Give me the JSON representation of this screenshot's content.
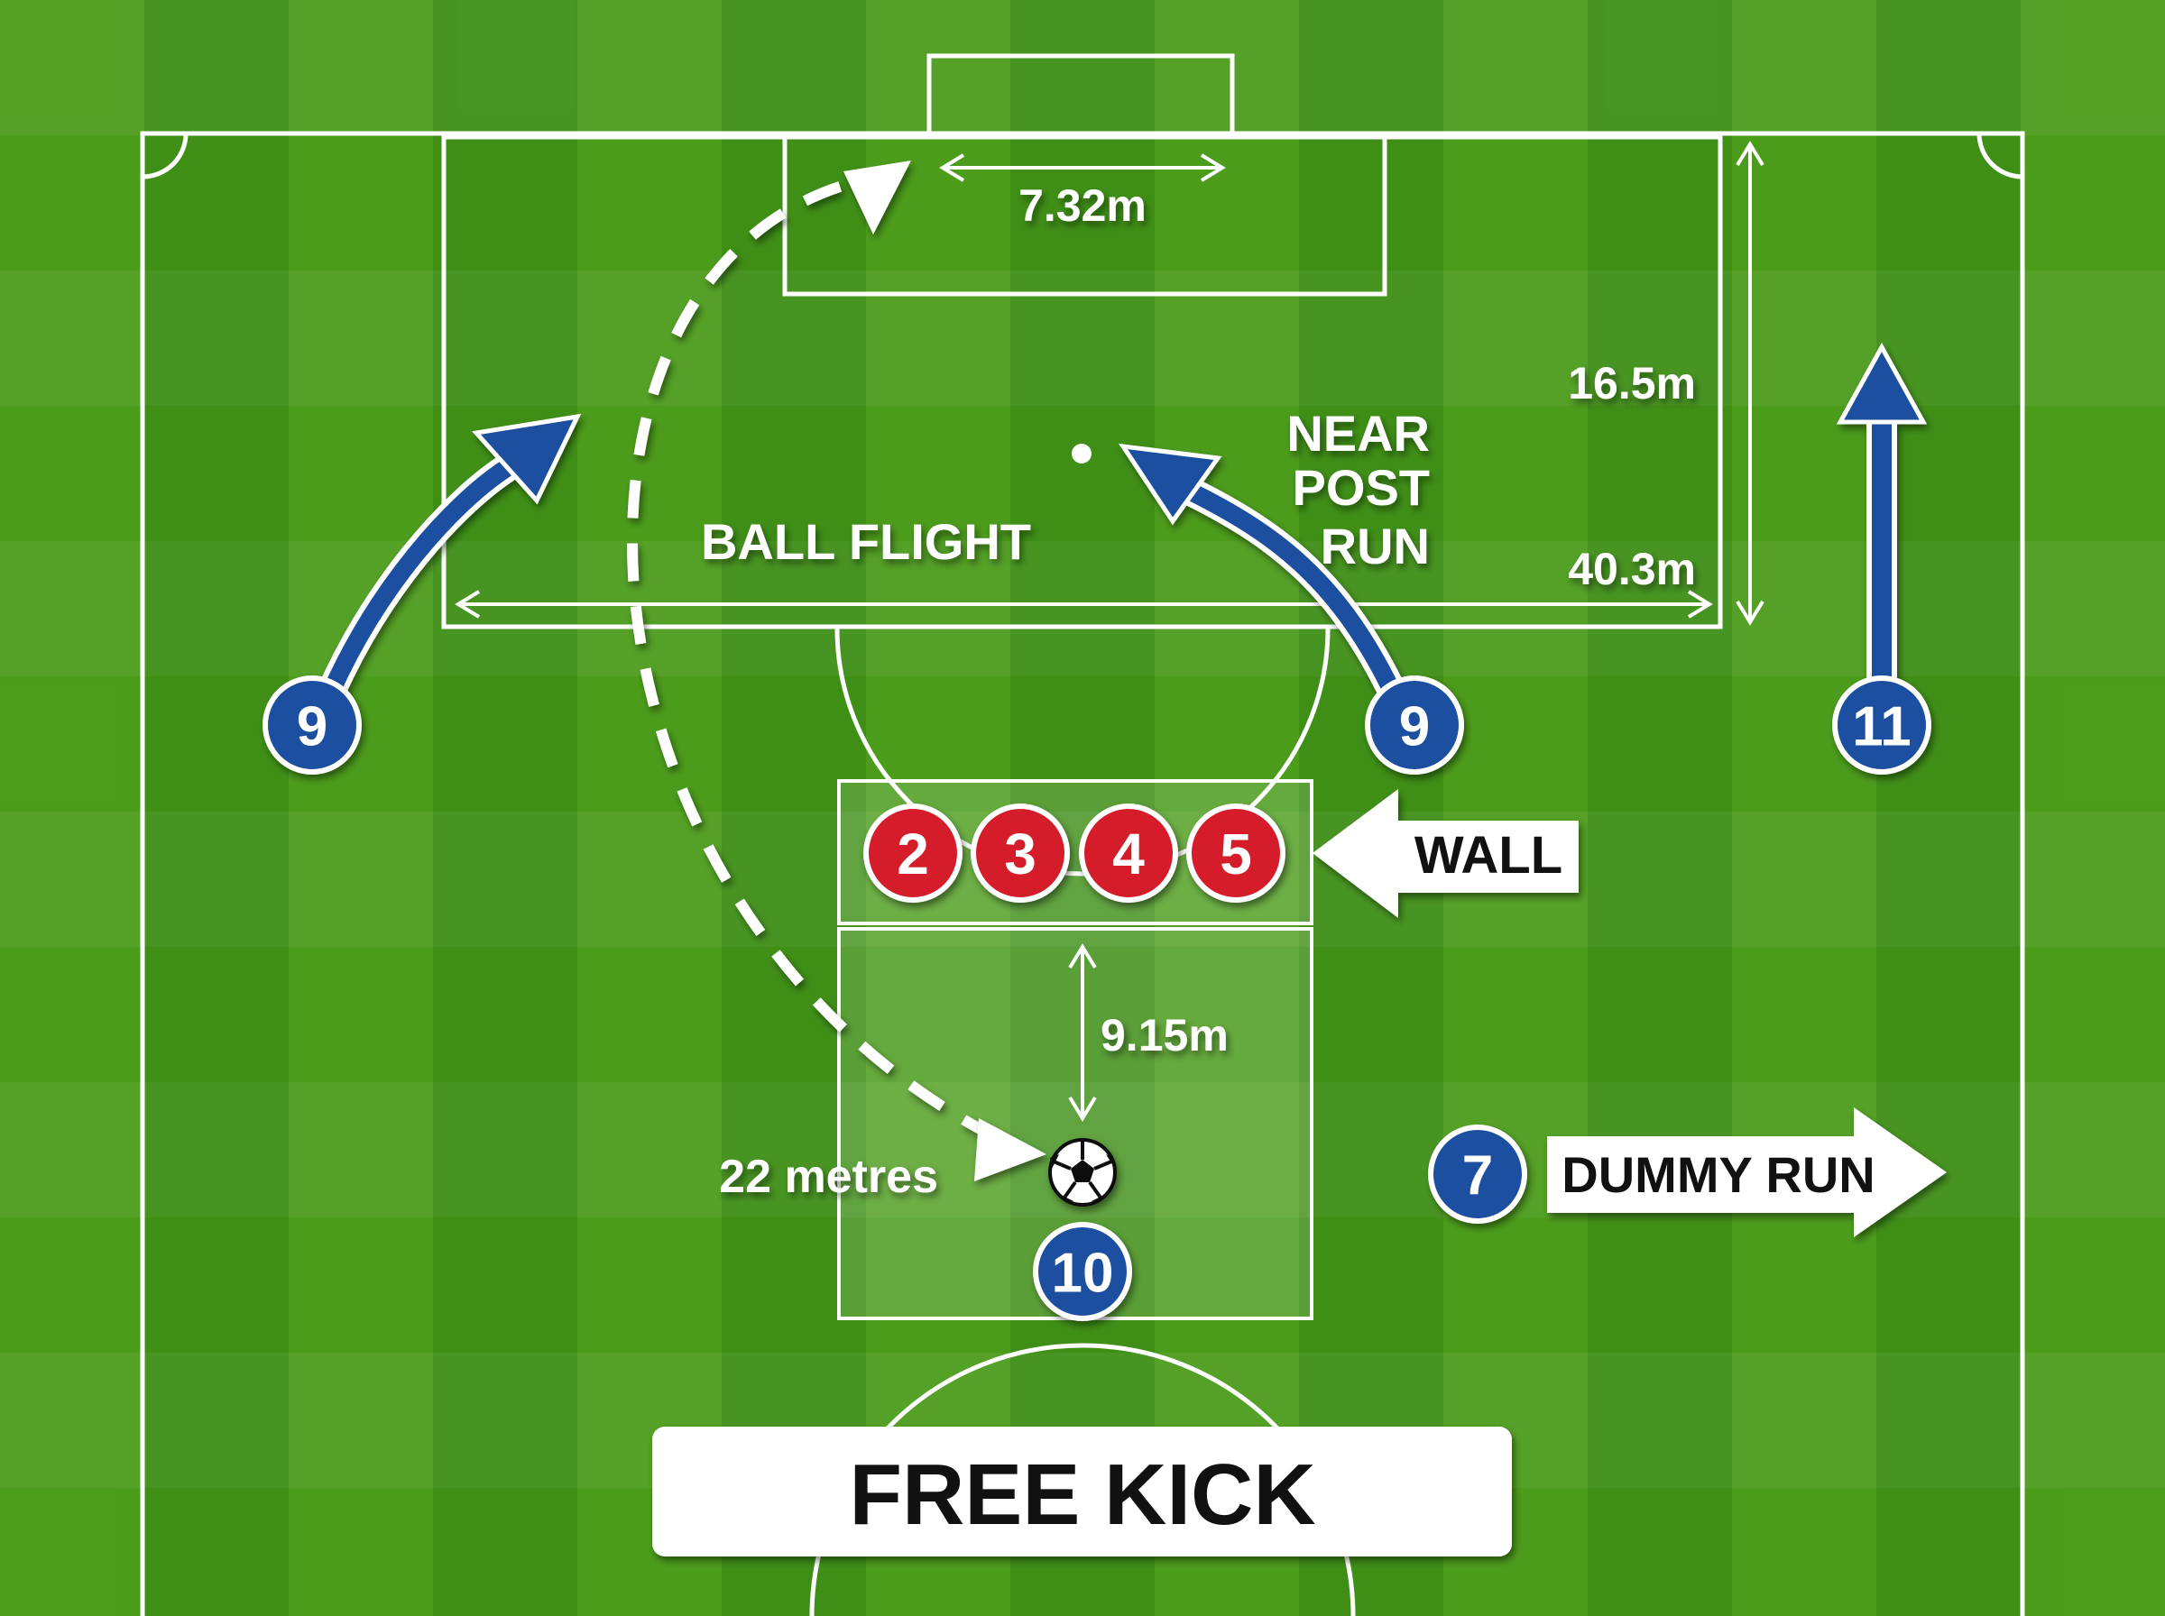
{
  "title": "FREE KICK",
  "colors": {
    "grass_light": "#58a820",
    "grass_dark": "#3f8f17",
    "line": "#ffffff",
    "attacker": "#1c4fa0",
    "defender": "#d41f2b"
  },
  "measurements": {
    "goal_width": "7.32m",
    "box_depth": "16.5m",
    "box_width": "40.3m",
    "wall_distance": "9.15m",
    "kick_distance": "22 metres"
  },
  "labels": {
    "ball_flight": "BALL FLIGHT",
    "near_post_line1": "NEAR",
    "near_post_line2": "POST",
    "near_post_line3": "RUN",
    "wall": "WALL",
    "dummy_run": "DUMMY RUN"
  },
  "attackers": [
    {
      "id": "attacker-9-left",
      "number": "9"
    },
    {
      "id": "attacker-9-right",
      "number": "9"
    },
    {
      "id": "attacker-11",
      "number": "11"
    },
    {
      "id": "attacker-7",
      "number": "7"
    },
    {
      "id": "attacker-10",
      "number": "10"
    }
  ],
  "wall_players": [
    {
      "number": "2"
    },
    {
      "number": "3"
    },
    {
      "number": "4"
    },
    {
      "number": "5"
    }
  ],
  "icons": {
    "ball": "soccer-ball-icon"
  }
}
